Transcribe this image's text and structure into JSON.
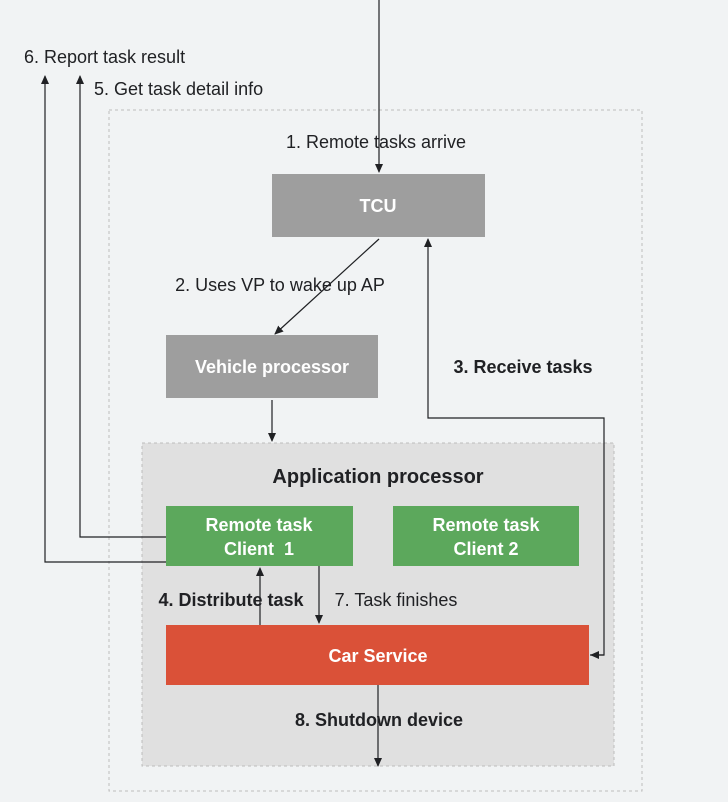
{
  "colors": {
    "background": "#f1f3f4",
    "gray_box": "#9e9e9e",
    "app_processor_bg": "#e0e0e0",
    "green_box": "#5ca85c",
    "red_box": "#da5138",
    "line": "#202124"
  },
  "labels": {
    "report_task_result": "6. Report task result",
    "get_task_detail": "5. Get task detail info",
    "remote_tasks_arrive": "1. Remote tasks arrive",
    "uses_vp": "2. Uses VP to wake up AP",
    "receive_tasks": "3. Receive tasks",
    "distribute_task": "4. Distribute task",
    "task_finishes": "7. Task finishes",
    "shutdown_device": "8. Shutdown device"
  },
  "boxes": {
    "tcu": "TCU",
    "vehicle_processor": "Vehicle processor",
    "application_processor": "Application processor",
    "client1_line1": "Remote task",
    "client1_line2": "Client  1",
    "client2_line1": "Remote task",
    "client2_line2": "Client 2",
    "car_service": "Car Service"
  }
}
